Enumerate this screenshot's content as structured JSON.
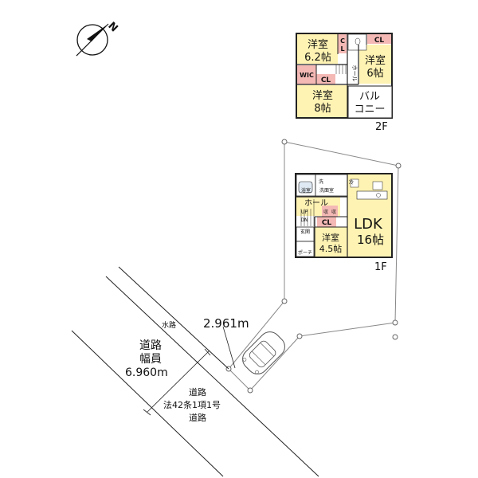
{
  "colors": {
    "room_fill": "#fff3b3",
    "closet_fill": "#f4b9b5",
    "wall": "#222222",
    "lot_line": "#777777",
    "road_line": "#222222"
  },
  "compass": {
    "icon": "north-arrow-icon",
    "label": "N"
  },
  "floor2": {
    "floor_label": "2F",
    "rooms": {
      "bedroom1": {
        "name": "洋室",
        "size": "6.2帖"
      },
      "bedroom2": {
        "name": "洋室",
        "size": "6帖"
      },
      "bedroom3": {
        "name": "洋室",
        "size": "8帖"
      },
      "balcony": {
        "line1": "バル",
        "line2": "コニー"
      },
      "hall": "ホール",
      "wic": "WIC",
      "cl": "CL",
      "c": "C",
      "l": "L"
    }
  },
  "floor1": {
    "floor_label": "1F",
    "rooms": {
      "ldk": {
        "name": "LDK",
        "size": "16帖"
      },
      "bedroom": {
        "name": "洋室",
        "size": "4.5帖"
      },
      "hall": "ホール",
      "bath": "浴室",
      "washroom": "洗面室",
      "entrance": "玄関",
      "porch": "ポーチ",
      "fridge": "冷",
      "wash": "洗",
      "storage": "収",
      "cl": "CL",
      "up": "UP",
      "dn": "DN"
    }
  },
  "site": {
    "frontage_dimension": "2.961m",
    "waterway_label": "水路",
    "road_width_title": "道路",
    "road_width_label": "幅員",
    "road_width_value": "6.960m",
    "road_type": {
      "line1": "道路",
      "line2": "法42条1項1号",
      "line3": "道路"
    },
    "parking_icon": "car-icon"
  }
}
